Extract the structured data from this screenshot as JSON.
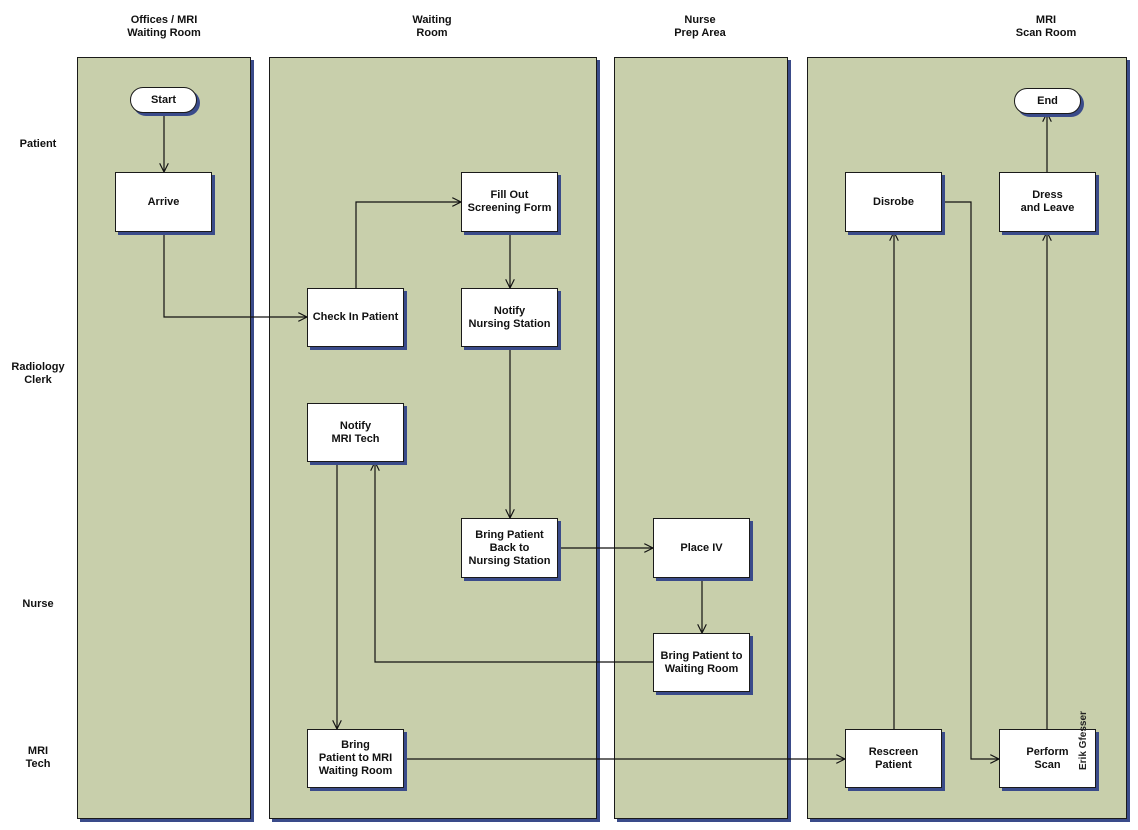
{
  "lanes": [
    {
      "label": "Offices / MRI\nWaiting Room"
    },
    {
      "label": "Waiting\nRoom"
    },
    {
      "label": "Nurse\nPrep Area"
    },
    {
      "label": "MRI\nScan Room"
    }
  ],
  "rows": [
    {
      "label": "Patient"
    },
    {
      "label": "Radiology\nClerk"
    },
    {
      "label": "Nurse"
    },
    {
      "label": "MRI\nTech"
    }
  ],
  "nodes": {
    "start": "Start",
    "end": "End",
    "arrive": "Arrive",
    "check_in": "Check In Patient",
    "fill_out": "Fill Out\nScreening Form",
    "notify_nursing": "Notify\nNursing Station",
    "notify_mri": "Notify\nMRI Tech",
    "bring_back": "Bring Patient\nBack to\nNursing Station",
    "place_iv": "Place IV",
    "bring_waiting": "Bring Patient to\nWaiting Room",
    "bring_mri": "Bring\nPatient to MRI\nWaiting Room",
    "disrobe": "Disrobe",
    "dress": "Dress\nand Leave",
    "rescreen": "Rescreen\nPatient",
    "perform": "Perform\nScan"
  },
  "credit": "Erik Gfesser"
}
